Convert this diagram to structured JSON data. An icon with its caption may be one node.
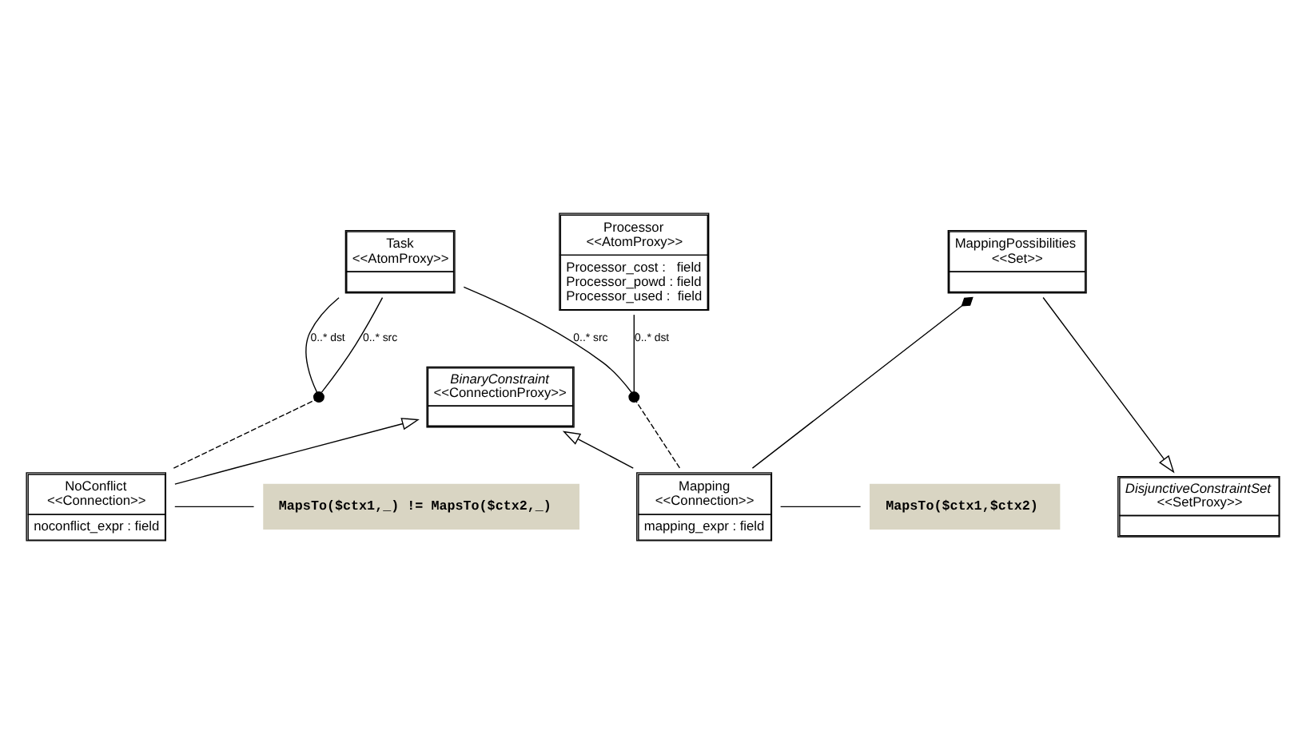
{
  "diagram": {
    "nodes": [
      {
        "text": [
          "BinaryConstraint",
          "<<ConnectionProxy>>"
        ]
      },
      {
        "text": [
          "MapsTo($ctx1,_) != MapsTo($ctx2,_)"
        ]
      },
      {
        "text": [
          "MapsTo($ctx1,$ctx2)"
        ]
      },
      {
        "text": [
          "NoConflict",
          "<<Connection>>",
          "noconflict_expr : field"
        ]
      },
      {
        "text": [
          "Mapping",
          "<<Connection>>",
          "mapping_expr : field"
        ]
      },
      {
        "text": [
          "DisjunctiveConstraintSet",
          "<<SetProxy>>"
        ]
      },
      {
        "text": [
          "Task",
          "<<AtomProxy>>"
        ]
      },
      {
        "text": [
          "Processor",
          "<<AtomProxy>>",
          "Processor_cost :   field",
          "Processor_powd : field",
          "Processor_used :  field"
        ]
      },
      {
        "text": [
          "MappingPossibilities",
          "<<Set>>"
        ]
      },
      {
        "text": [],
        "shape": "circle"
      },
      {
        "text": [],
        "shape": "circle"
      }
    ],
    "edges": [
      {
        "from": 3,
        "to": 0,
        "arrow": "to"
      },
      {
        "from": 4,
        "to": 0,
        "arrow": "to"
      },
      {
        "from": 1,
        "to": 3,
        "arrow": "none"
      },
      {
        "from": 2,
        "to": 4,
        "arrow": "none"
      },
      {
        "from": 3,
        "to": 9,
        "arrow": "none",
        "style": "dashed"
      },
      {
        "from": 9,
        "to": 6,
        "arrow": "none",
        "label": "0..* src"
      },
      {
        "from": 9,
        "to": 6,
        "arrow": "none",
        "label": "0..* dst"
      },
      {
        "from": 4,
        "to": 10,
        "arrow": "none",
        "style": "dashed"
      },
      {
        "from": 10,
        "to": 6,
        "arrow": "none",
        "label": "0..* src"
      },
      {
        "from": 10,
        "to": 7,
        "arrow": "none",
        "label": "0..* dst"
      },
      {
        "from": 4,
        "to": 8,
        "arrow": "other"
      },
      {
        "from": 8,
        "to": 5,
        "arrow": "to"
      }
    ]
  }
}
